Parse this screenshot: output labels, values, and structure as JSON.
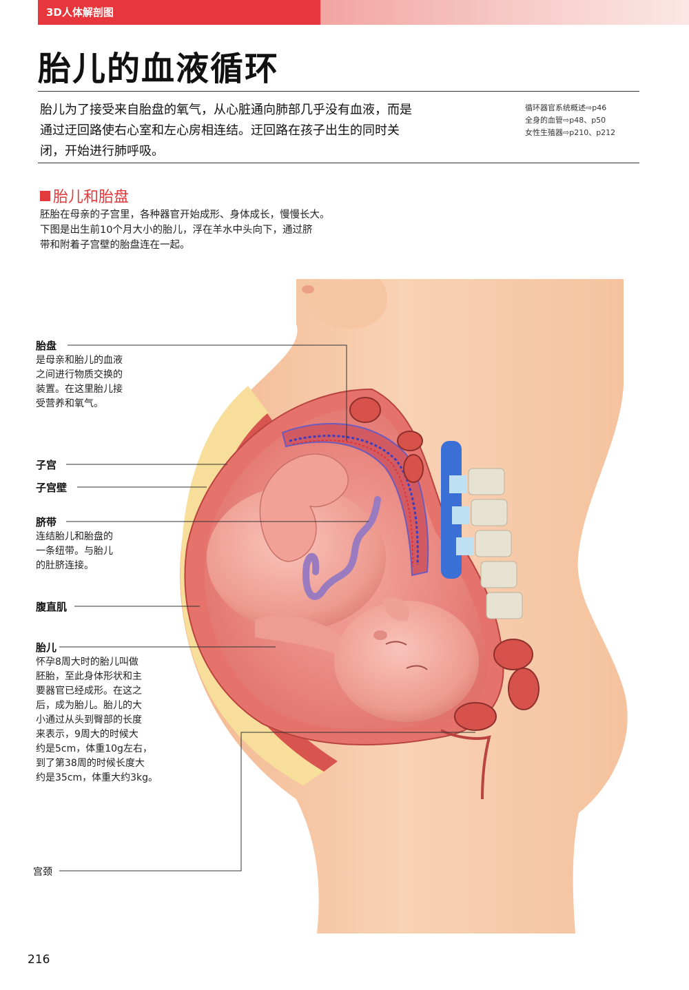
{
  "header": {
    "series": "3D人体解剖图"
  },
  "page": {
    "title": "胎儿的血液循环",
    "intro": [
      "胎儿为了接受来自胎盘的氧气，从心脏通向肺部几乎没有血液，而是",
      "通过迂回路使右心室和左心房相连结。迂回路在孩子出生的同时关",
      "闭，开始进行肺呼吸。"
    ],
    "refs": [
      "循环器官系统概述⇨p46",
      "全身的血管⇨p48、p50",
      "女性生殖器⇨p210、p212"
    ],
    "page_number": "216"
  },
  "section": {
    "heading": "胎儿和胎盘",
    "body": [
      "胚胎在母亲的子宫里，各种器官开始成形、身体成长，慢慢长大。",
      "下图是出生前10个月大小的胎儿，浮在羊水中头向下，通过脐",
      "带和附着子宫壁的胎盘连在一起。"
    ]
  },
  "labels": {
    "placenta": {
      "name": "胎盘",
      "desc": [
        "是母亲和胎儿的血液",
        "之间进行物质交换的",
        "装置。在这里胎儿接",
        "受营养和氧气。"
      ]
    },
    "uterus": {
      "name": "子宫"
    },
    "uterine_wall": {
      "name": "子宫壁"
    },
    "umbilical_cord": {
      "name": "脐带",
      "desc": [
        "连结胎儿和胎盘的",
        "一条纽带。与胎儿",
        "的肚脐连接。"
      ]
    },
    "rectus": {
      "name": "腹直肌"
    },
    "fetus": {
      "name": "胎儿",
      "desc": [
        "怀孕8周大时的胎儿叫做",
        "胚胎，至此身体形状和主",
        "要器官已经成形。在这之",
        "后，成为胎儿。胎儿的大",
        "小通过从头到臀部的长度",
        "来表示，9周大的时候大",
        "约是5cm，体重10g左右，",
        "到了第38周的时候长度大",
        "约是35cm，体重大约3kg。"
      ]
    },
    "cervix": {
      "name": "宫颈"
    }
  },
  "colors": {
    "accent_red": "#e23a3c",
    "header_red": "#e8373c",
    "skin": "#f6c9a6",
    "uterus_wall": "#e46f6a",
    "fetus_skin": "#f2a39a",
    "cord": "#9a7bc0"
  }
}
